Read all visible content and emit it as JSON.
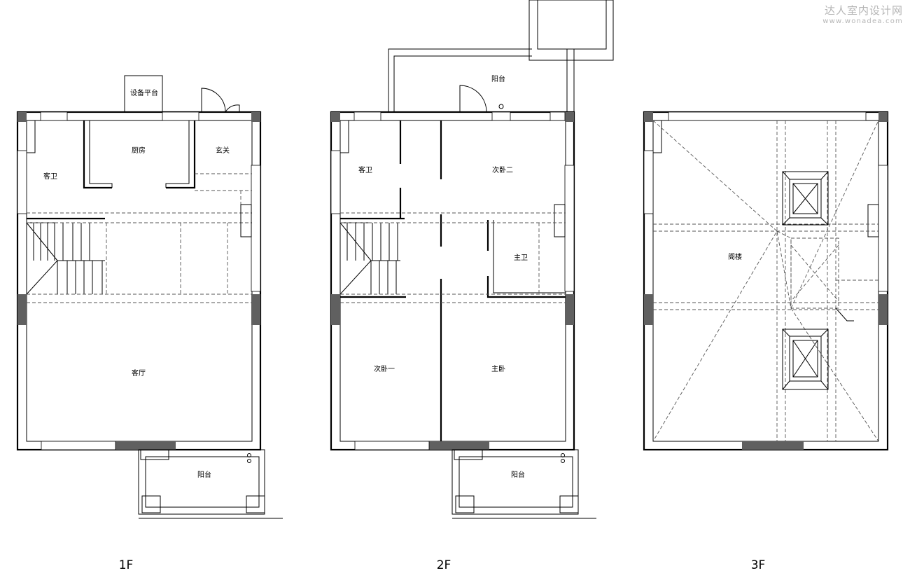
{
  "watermark": {
    "title": "达人室内设计网",
    "url": "www.wonadea.com"
  },
  "floors": [
    {
      "id": "1F",
      "label": "1F",
      "rooms": [
        "设备平台",
        "厨房",
        "玄关",
        "客卫",
        "客厅",
        "阳台"
      ]
    },
    {
      "id": "2F",
      "label": "2F",
      "rooms": [
        "阳台",
        "客卫",
        "次卧二",
        "主卫",
        "次卧一",
        "主卧",
        "阳台"
      ]
    },
    {
      "id": "3F",
      "label": "3F",
      "rooms": [
        "阁楼"
      ]
    }
  ]
}
